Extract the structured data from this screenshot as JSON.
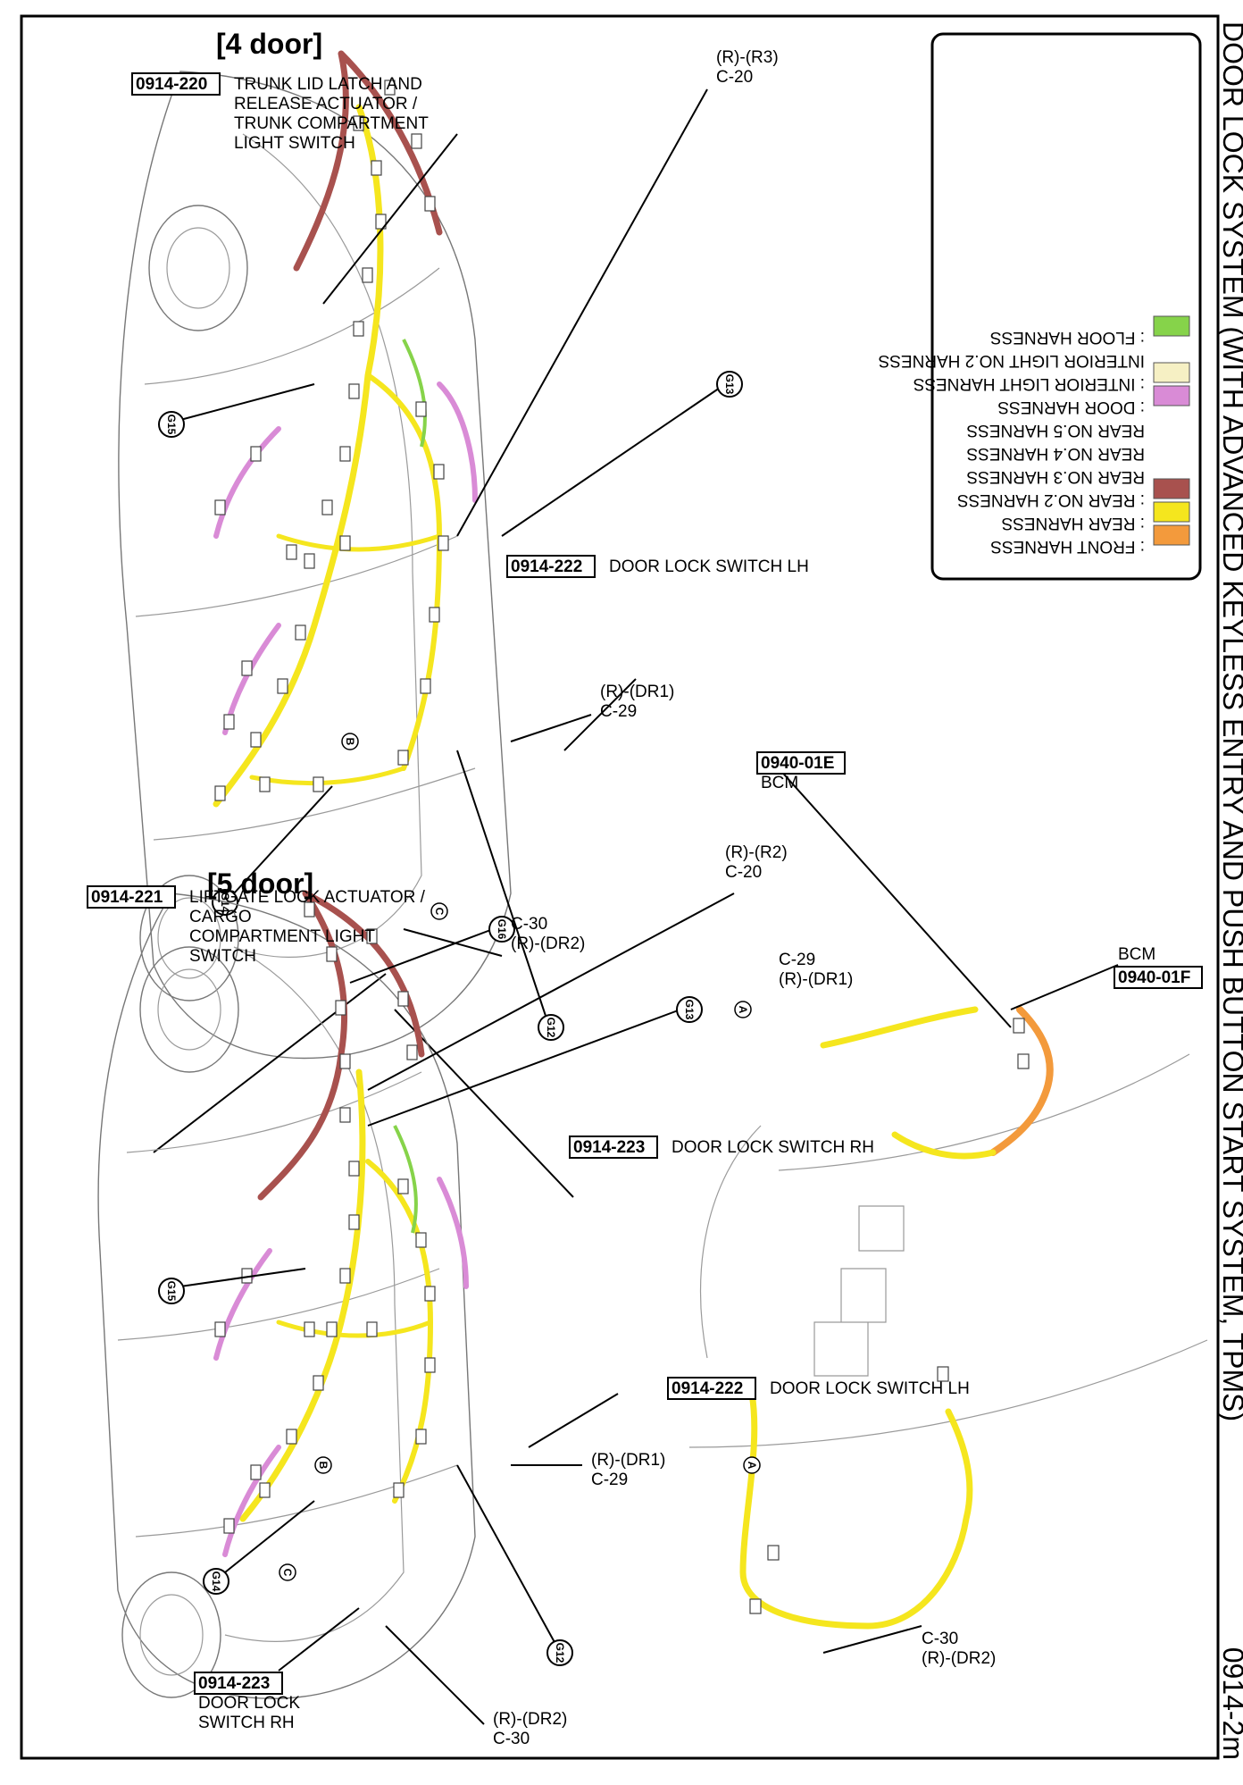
{
  "page": {
    "title": "DOOR LOCK SYSTEM (WITH ADVANCED KEYLESS ENTRY AND PUSH BUTTON START SYSTEM, TPMS)",
    "page_id": "0914-2m"
  },
  "legend": [
    {
      "color": "#f39a3c",
      "label": ": FRONT HARNESS"
    },
    {
      "color": "#f5e61e",
      "label": ": REAR HARNESS"
    },
    {
      "color": "#a8514e",
      "label": ": REAR NO.2 HARNESS",
      "extra": [
        "REAR NO.3 HARNESS",
        "REAR NO.4 HARNESS",
        "REAR NO.5 HARNESS"
      ]
    },
    {
      "color": "#d98bd6",
      "label": ": DOOR HARNESS"
    },
    {
      "color": "#f6f0c4",
      "label": ": INTERIOR LIGHT HARNESS",
      "extra": [
        "INTERIOR LIGHT NO.2 HARNESS"
      ]
    },
    {
      "color": "#86d34a",
      "label": ": FLOOR HARNESS"
    }
  ],
  "colors": {
    "front": "#f39a3c",
    "rear": "#f5e61e",
    "rear2": "#a8514e",
    "door": "#d98bd6",
    "interior": "#f6f0c4",
    "floor": "#86d34a",
    "outline": "#9a9a9a"
  },
  "variants": {
    "four_door": "[4 door]",
    "five_door": "[5 door]"
  },
  "four_door": {
    "c20": {
      "code": "C-20",
      "conn": "(R)-(R3)"
    },
    "c29": {
      "code": "C-29",
      "conn": "(R)-(DR1)"
    },
    "c30": {
      "code": "C-30",
      "conn": "(R)-(DR2)"
    },
    "d220": {
      "ref": "0914-220",
      "desc": [
        "TRUNK LID LATCH AND",
        "RELEASE ACTUATOR /",
        "TRUNK COMPARTMENT",
        "LIGHT SWITCH"
      ]
    },
    "d221": {
      "ref": "0914-221",
      "desc": [
        "LIFTGATE LOCK ACTUATOR /",
        "CARGO",
        "COMPARTMENT LIGHT",
        "SWITCH"
      ]
    },
    "d222": {
      "ref": "0914-222",
      "desc": [
        "DOOR LOCK SWITCH LH"
      ]
    },
    "d223": {
      "ref": "0914-223",
      "desc": [
        "DOOR LOCK SWITCH RH"
      ]
    },
    "grounds": [
      "G13",
      "G15",
      "G14",
      "G12"
    ]
  },
  "bcm": {
    "c29": {
      "code": "C-29",
      "conn": "(R)-(DR1)"
    },
    "c30": {
      "code": "C-30",
      "conn": "(R)-(DR2)"
    },
    "e": {
      "ref": "0940-01E",
      "desc": "BCM"
    },
    "f": {
      "ref": "0940-01F",
      "desc": "BCM"
    }
  },
  "five_door": {
    "c20": {
      "code": "C-20",
      "conn": "(R)-(R2)"
    },
    "c29": {
      "code": "C-29",
      "conn": "(R)-(DR1)"
    },
    "c30": {
      "code": "C-30",
      "conn": "(R)-(DR2)"
    },
    "d222": {
      "ref": "0914-222",
      "desc": [
        "DOOR LOCK SWITCH LH"
      ]
    },
    "d223": {
      "ref": "0914-223",
      "desc": [
        "DOOR LOCK",
        "SWITCH RH"
      ]
    },
    "grounds": [
      "G16",
      "G13",
      "G15",
      "G14",
      "G12"
    ]
  },
  "markers": {
    "a": "A",
    "b": "B",
    "c": "C"
  }
}
